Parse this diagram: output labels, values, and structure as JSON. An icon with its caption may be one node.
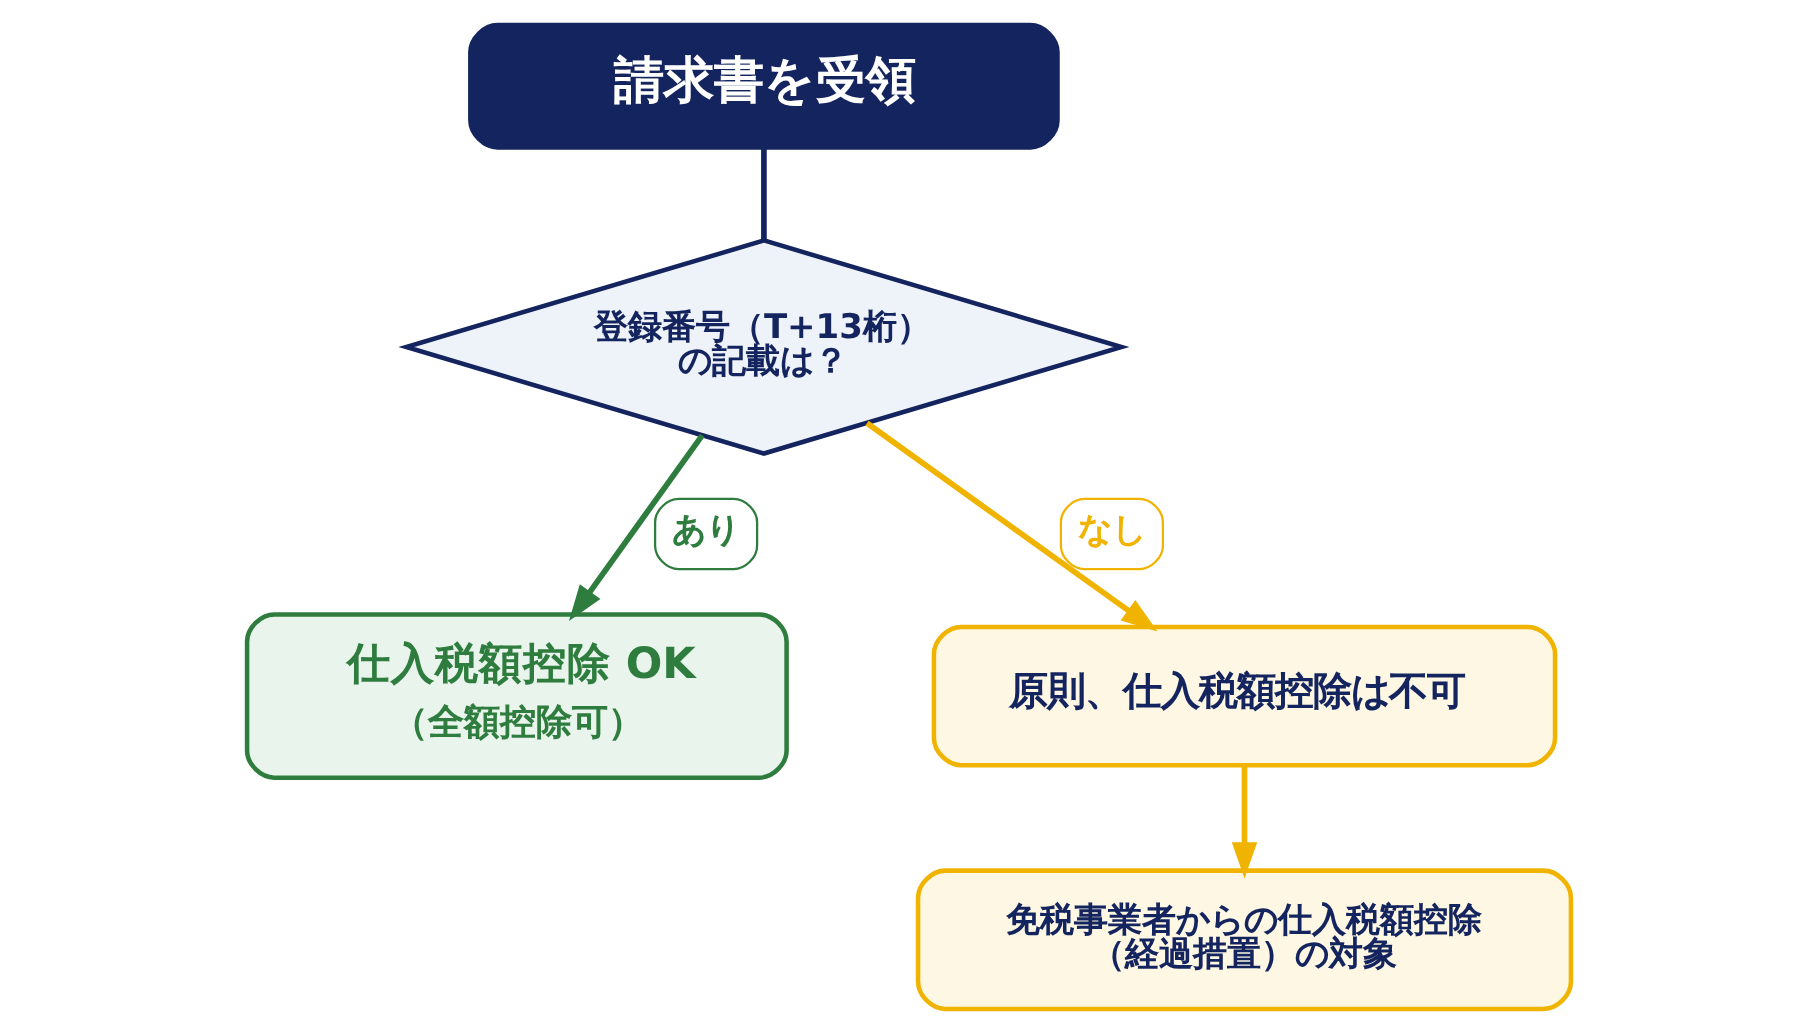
{
  "diagram": {
    "nodes": [
      {
        "text": [
          "請求書を受領"
        ]
      },
      {
        "text": [
          "登録番号（T+13桁）の記載は？"
        ]
      },
      {
        "text": [
          "仕入税額控除 OK",
          "（全額控除可）"
        ]
      },
      {
        "text": [
          "原則、仕入税額控除は不可"
        ]
      },
      {
        "text": [
          "免税事業者からの仕入税額控除（経過措置）の対象"
        ]
      }
    ],
    "edges": [
      {
        "from": 0,
        "to": 1,
        "arrow": "none",
        "color": "#14245e"
      },
      {
        "from": 1,
        "to": 2,
        "arrow": "to",
        "label": "あり",
        "color": "#2e7d3e"
      },
      {
        "from": 1,
        "to": 3,
        "arrow": "to",
        "label": "なし",
        "color": "#f0b400"
      },
      {
        "from": 3,
        "to": 4,
        "arrow": "to",
        "color": "#f0b400"
      }
    ]
  }
}
